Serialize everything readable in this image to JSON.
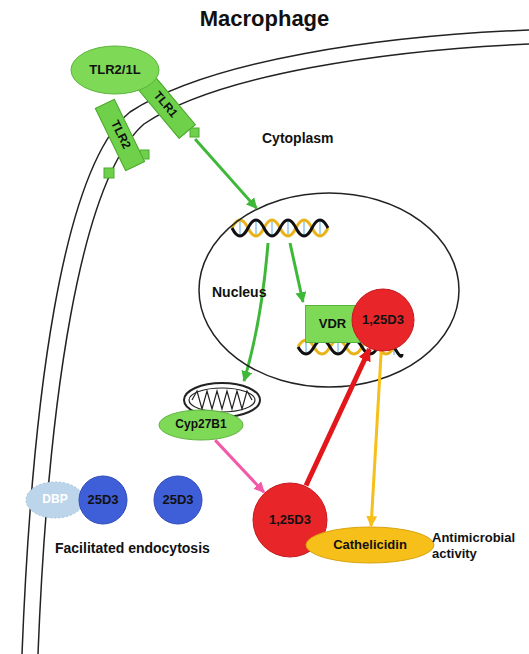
{
  "diagram": {
    "title": "Macrophage",
    "nodes": [
      {
        "text": [
          "TLR2/1L"
        ]
      },
      {
        "text": [
          "TLR1"
        ]
      },
      {
        "text": [
          "TLR2"
        ]
      },
      {
        "text": [
          "Nucleus"
        ]
      },
      {
        "text": [
          "VDR"
        ],
        "in": 3
      },
      {
        "text": [
          "1,25D3"
        ],
        "in": 3
      },
      {
        "text": [
          "Cyp27B1"
        ]
      },
      {
        "text": [
          "DBP"
        ]
      },
      {
        "text": [
          "25D3"
        ]
      },
      {
        "text": [
          "25D3"
        ]
      },
      {
        "text": [
          "1,25D3"
        ]
      },
      {
        "text": [
          "Cathelicidin"
        ]
      }
    ],
    "edges": [
      {
        "from": 1,
        "to": 3,
        "arrow": "to"
      },
      {
        "from": 6,
        "to": 10,
        "arrow": "to"
      },
      {
        "from": 10,
        "to": 5,
        "arrow": "to"
      },
      {
        "from": 5,
        "to": 11,
        "arrow": "to"
      }
    ],
    "labels": [
      "Cytoplasm",
      "Facilitated endocytosis",
      "Antimicrobial activity"
    ]
  }
}
